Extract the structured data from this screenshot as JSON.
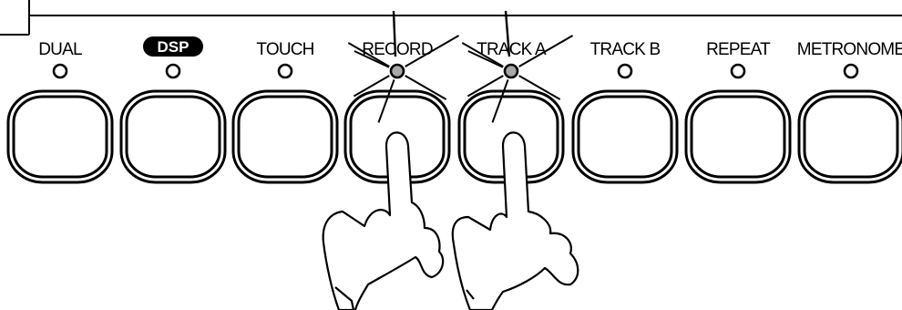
{
  "panel": {
    "buttons": [
      {
        "label": "DUAL",
        "led_lit": false,
        "pressed": false,
        "badge": false
      },
      {
        "label": "DSP",
        "led_lit": false,
        "pressed": false,
        "badge": true
      },
      {
        "label": "TOUCH",
        "led_lit": false,
        "pressed": false,
        "badge": false
      },
      {
        "label": "RECORD",
        "led_lit": true,
        "pressed": true,
        "badge": false
      },
      {
        "label": "TRACK A",
        "led_lit": true,
        "pressed": true,
        "badge": false
      },
      {
        "label": "TRACK B",
        "led_lit": false,
        "pressed": false,
        "badge": false
      },
      {
        "label": "REPEAT",
        "led_lit": false,
        "pressed": false,
        "badge": false
      },
      {
        "label": "METRONOME",
        "led_lit": false,
        "pressed": false,
        "badge": false
      }
    ],
    "colors": {
      "line": "#000000",
      "led_off": "#ffffff",
      "led_lit": "#a8a8a8",
      "badge_bg": "#000000",
      "badge_text": "#ffffff"
    }
  }
}
